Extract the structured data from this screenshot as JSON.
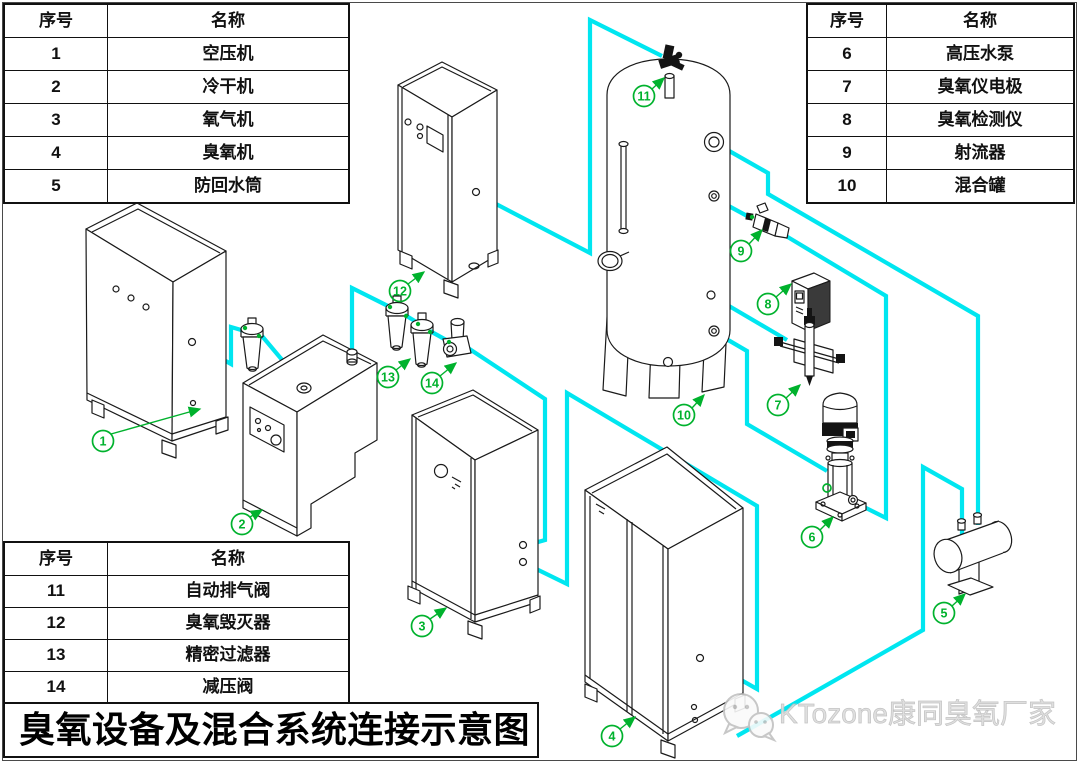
{
  "title": "臭氧设备及混合系统连接示意图",
  "watermark": {
    "brand": "KTozone康同臭氧厂家",
    "icon": "wechat-icon"
  },
  "colors": {
    "pipe": "#00e6f0",
    "callout_green": "#00b22d",
    "ink": "#1a1a1a",
    "watermark_gray": "#dcdcdc"
  },
  "legend_tables": {
    "top_left": {
      "col_headers": [
        "序号",
        "名称"
      ],
      "rows": [
        [
          "1",
          "空压机"
        ],
        [
          "2",
          "冷干机"
        ],
        [
          "3",
          "氧气机"
        ],
        [
          "4",
          "臭氧机"
        ],
        [
          "5",
          "防回水筒"
        ]
      ]
    },
    "top_right": {
      "col_headers": [
        "序号",
        "名称"
      ],
      "rows": [
        [
          "6",
          "高压水泵"
        ],
        [
          "7",
          "臭氧仪电极"
        ],
        [
          "8",
          "臭氧检测仪"
        ],
        [
          "9",
          "射流器"
        ],
        [
          "10",
          "混合罐"
        ]
      ]
    },
    "bottom_left": {
      "col_headers": [
        "序号",
        "名称"
      ],
      "rows": [
        [
          "11",
          "自动排气阀"
        ],
        [
          "12",
          "臭氧毁灭器"
        ],
        [
          "13",
          "精密过滤器"
        ],
        [
          "14",
          "减压阀"
        ]
      ]
    }
  },
  "callouts": [
    {
      "num": "1"
    },
    {
      "num": "2"
    },
    {
      "num": "3"
    },
    {
      "num": "4"
    },
    {
      "num": "5"
    },
    {
      "num": "6"
    },
    {
      "num": "7"
    },
    {
      "num": "8"
    },
    {
      "num": "9"
    },
    {
      "num": "10"
    },
    {
      "num": "11"
    },
    {
      "num": "12"
    },
    {
      "num": "13"
    },
    {
      "num": "14"
    }
  ]
}
